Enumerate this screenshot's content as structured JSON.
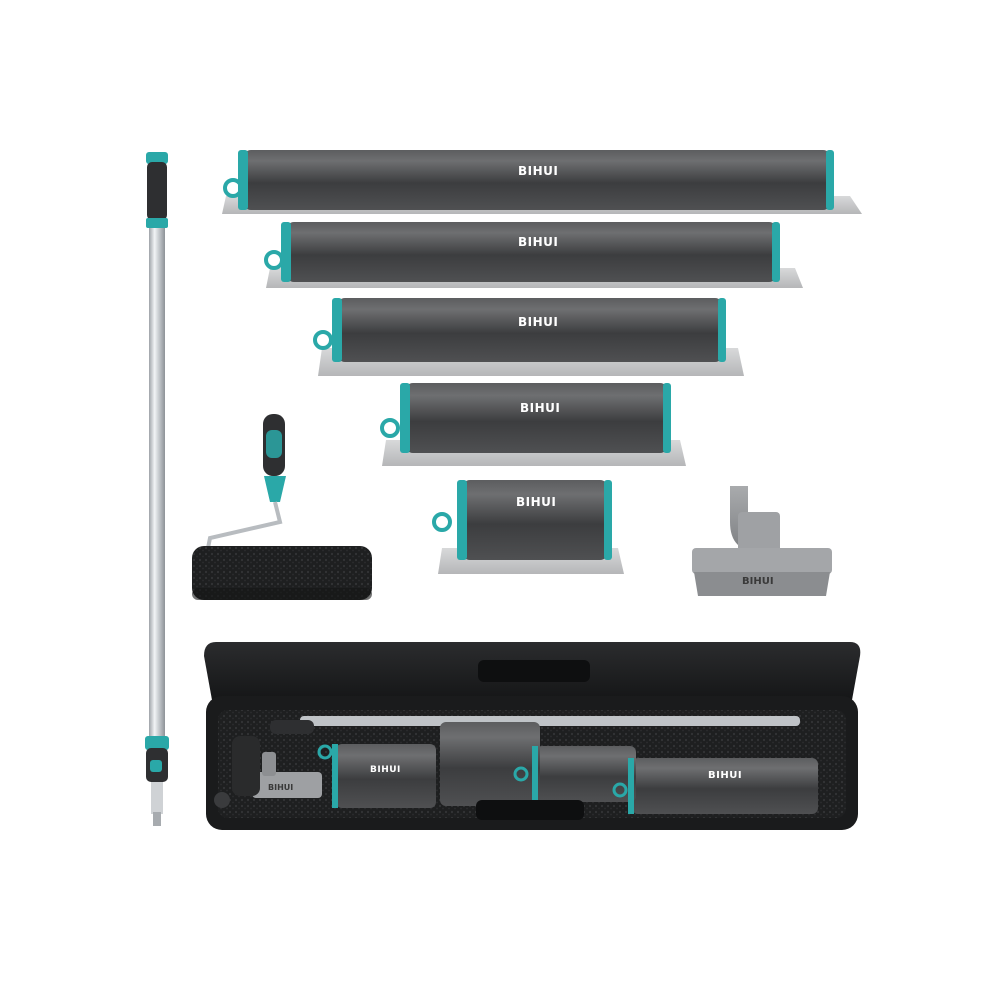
{
  "brand": {
    "name": "BIHUI",
    "accent_color": "#2aa8a8",
    "body_color": "#4a4a4a",
    "blade_color": "#c9cacb"
  },
  "products": {
    "blades_count": 5,
    "blade_labels": [
      "BIHUI",
      "BIHUI",
      "BIHUI",
      "BIHUI",
      "BIHUI"
    ],
    "extension_pole": "extension-pole",
    "paint_roller": "paint-roller",
    "pole_adapter": "pole-adapter",
    "adapter_label": "BIHUI",
    "carry_case": "carry-case",
    "case_blade_labels": [
      "BIHUI",
      "BIHUI"
    ],
    "case_adapter_label": "BIHUI"
  }
}
